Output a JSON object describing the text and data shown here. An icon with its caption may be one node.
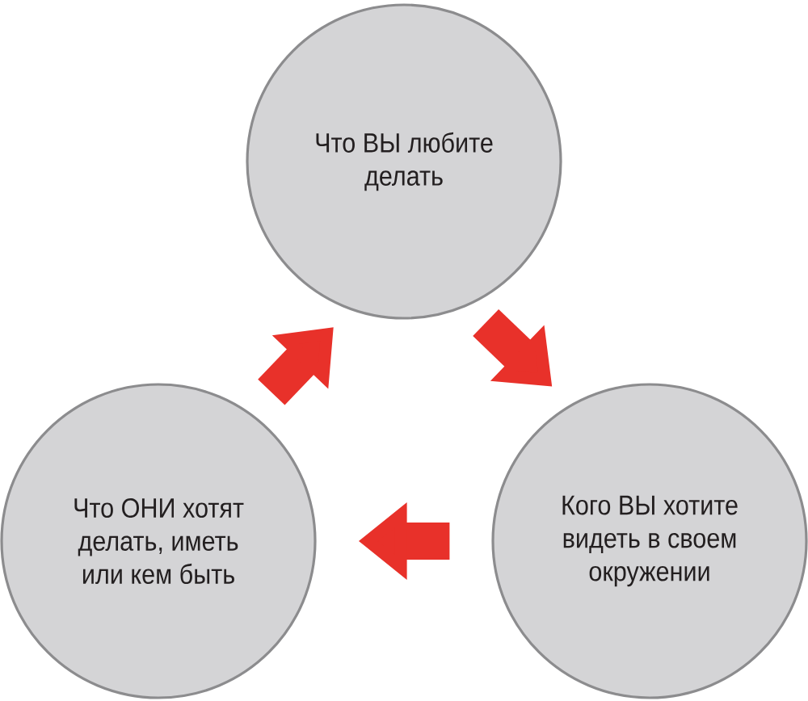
{
  "diagram": {
    "nodes": [
      {
        "text": [
          "Что ВЫ любите делать"
        ]
      },
      {
        "text": [
          "Что ОНИ хотят делать, иметь или кем быть"
        ]
      },
      {
        "text": [
          "Кого ВЫ хотите видеть в своем окружении"
        ]
      }
    ],
    "edges": [
      {
        "from": 0,
        "to": 2,
        "arrow": "to"
      },
      {
        "from": 2,
        "to": 1,
        "arrow": "to"
      },
      {
        "from": 1,
        "to": 0,
        "arrow": "to"
      }
    ]
  }
}
